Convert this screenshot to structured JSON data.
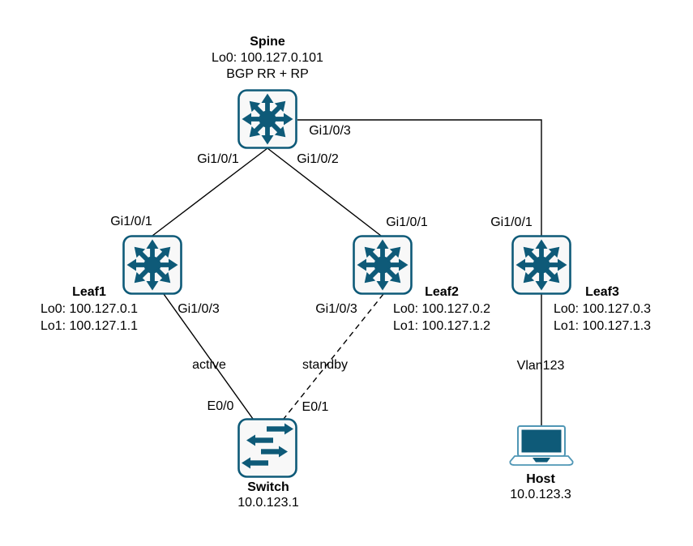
{
  "diagram": {
    "type": "network-topology",
    "background": "#ffffff",
    "colors": {
      "node_stroke": "#0e5a78",
      "node_fill": "#f8f8f8",
      "icon_glyph": "#0e5a78",
      "host_outline": "#4f96b5",
      "link_line": "#000000",
      "text": "#000000"
    }
  },
  "nodes": {
    "spine": {
      "name": "Spine",
      "detail1": "Lo0: 100.127.0.101",
      "detail2": "BGP RR + RP",
      "icon": "router-icon"
    },
    "leaf1": {
      "name": "Leaf1",
      "detail1": "Lo0: 100.127.0.1",
      "detail2": "Lo1: 100.127.1.1",
      "icon": "router-icon"
    },
    "leaf2": {
      "name": "Leaf2",
      "detail1": "Lo0: 100.127.0.2",
      "detail2": "Lo1: 100.127.1.2",
      "icon": "router-icon"
    },
    "leaf3": {
      "name": "Leaf3",
      "detail1": "Lo0: 100.127.0.3",
      "detail2": "Lo1: 100.127.1.3",
      "icon": "router-icon"
    },
    "switch": {
      "name": "Switch",
      "detail1": "10.0.123.1",
      "icon": "switch-icon"
    },
    "host": {
      "name": "Host",
      "detail1": "10.0.123.3",
      "icon": "laptop-icon"
    }
  },
  "port_labels": {
    "spine_gi101": "Gi1/0/1",
    "spine_gi102": "Gi1/0/2",
    "spine_gi103": "Gi1/0/3",
    "leaf1_gi101": "Gi1/0/1",
    "leaf1_gi103": "Gi1/0/3",
    "leaf2_gi101": "Gi1/0/1",
    "leaf2_gi103": "Gi1/0/3",
    "leaf3_gi101": "Gi1/0/1",
    "leaf3_vlan": "Vlan123",
    "switch_e00": "E0/0",
    "switch_e01": "E0/1"
  },
  "links": {
    "spine_leaf1": {
      "from": "Spine Gi1/0/1",
      "to": "Leaf1 Gi1/0/1",
      "style": "solid"
    },
    "spine_leaf2": {
      "from": "Spine Gi1/0/2",
      "to": "Leaf2 Gi1/0/1",
      "style": "solid"
    },
    "spine_leaf3": {
      "from": "Spine Gi1/0/3",
      "to": "Leaf3 Gi1/0/1",
      "style": "solid"
    },
    "leaf1_switch": {
      "from": "Leaf1 Gi1/0/3",
      "to": "Switch E0/0",
      "style": "solid",
      "label": "active"
    },
    "leaf2_switch": {
      "from": "Leaf2 Gi1/0/3",
      "to": "Switch E0/1",
      "style": "dashed",
      "label": "standby"
    },
    "leaf3_host": {
      "from": "Leaf3 Vlan123",
      "to": "Host",
      "style": "solid"
    }
  }
}
